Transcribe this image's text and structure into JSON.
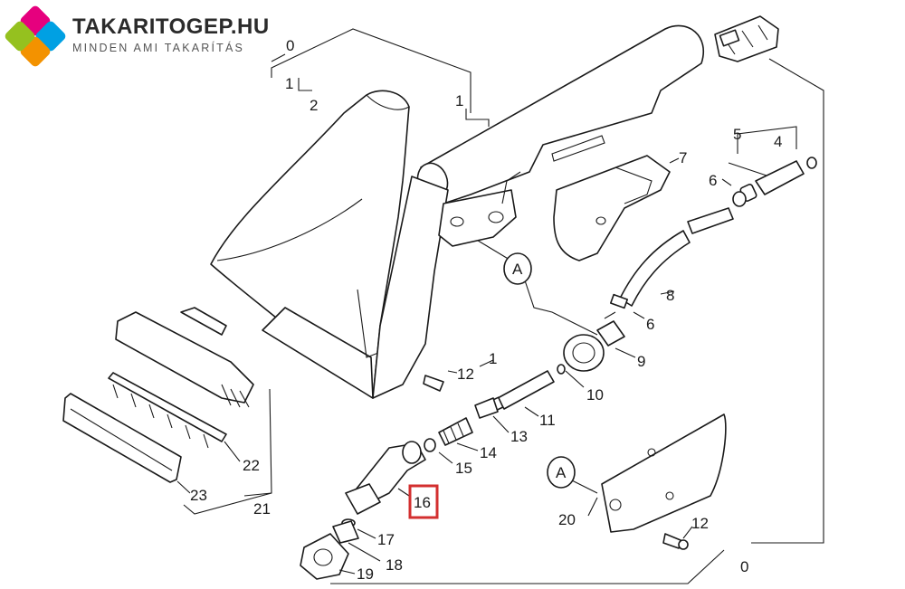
{
  "brand": {
    "name": "TAKARITOGEP.HU",
    "tagline": "MINDEN AMI TAKARÍTÁS",
    "colors": [
      "#e6007e",
      "#00a0e3",
      "#f39200",
      "#95c11f"
    ]
  },
  "highlight": {
    "label": "16",
    "color": "#d32f2f"
  },
  "detail_marker": "A",
  "callouts": {
    "c0_top": "0",
    "c1_left": "1",
    "c2": "2",
    "c1_mid": "1",
    "c5": "5",
    "c4": "4",
    "c7": "7",
    "c6_top": "6",
    "c8": "8",
    "c6_mid": "6",
    "c9": "9",
    "c1_lower": "1",
    "c12_mid": "12",
    "c10": "10",
    "c11": "11",
    "c13": "13",
    "c14": "14",
    "c15": "15",
    "c17": "17",
    "c18": "18",
    "c19": "19",
    "c20": "20",
    "c12_low": "12",
    "c0_low": "0",
    "c21": "21",
    "c22": "22",
    "c23": "23"
  }
}
